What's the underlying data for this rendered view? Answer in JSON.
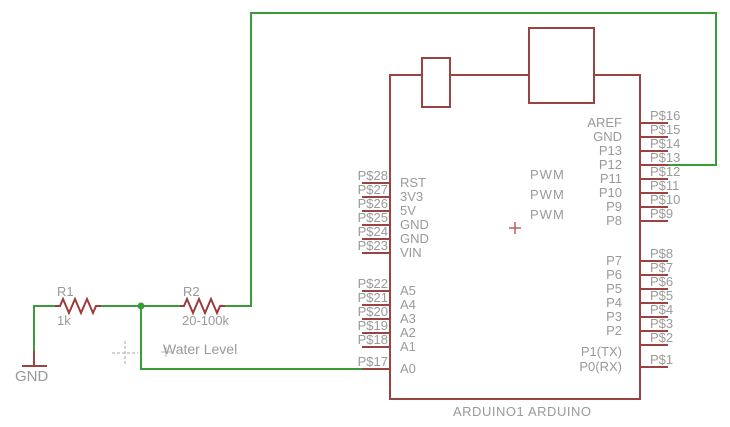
{
  "left_components": {
    "gnd_label": "GND",
    "r1": {
      "name": "R1",
      "value": "1k"
    },
    "r2": {
      "name": "R2",
      "value": "20-100k"
    },
    "net_label": "Water Level"
  },
  "arduino": {
    "designator": "ARDUINO1",
    "part_name": "ARDUINO",
    "pwm_labels": [
      "PWM",
      "PWM",
      "PWM"
    ],
    "pins_left_top": [
      {
        "name": "P$28",
        "label": "RST"
      },
      {
        "name": "P$27",
        "label": "3V3"
      },
      {
        "name": "P$26",
        "label": "5V"
      },
      {
        "name": "P$25",
        "label": "GND"
      },
      {
        "name": "P$24",
        "label": "GND"
      },
      {
        "name": "P$23",
        "label": "VIN"
      }
    ],
    "pins_left_bottom": [
      {
        "name": "P$22",
        "label": "A5"
      },
      {
        "name": "P$21",
        "label": "A4"
      },
      {
        "name": "P$20",
        "label": "A3"
      },
      {
        "name": "P$19",
        "label": "A2"
      },
      {
        "name": "P$18",
        "label": "A1"
      },
      {
        "name": "P$17",
        "label": "A0"
      }
    ],
    "pins_right_top": [
      {
        "name": "P$16",
        "label": "AREF"
      },
      {
        "name": "P$15",
        "label": "GND"
      },
      {
        "name": "P$14",
        "label": "P13"
      },
      {
        "name": "P$13",
        "label": "P12"
      },
      {
        "name": "P$12",
        "label": "P11"
      },
      {
        "name": "P$11",
        "label": "P10"
      },
      {
        "name": "P$10",
        "label": "P9"
      },
      {
        "name": "P$9",
        "label": "P8"
      }
    ],
    "pins_right_bottom": [
      {
        "name": "P$8",
        "label": "P7"
      },
      {
        "name": "P$7",
        "label": "P6"
      },
      {
        "name": "P$6",
        "label": "P5"
      },
      {
        "name": "P$5",
        "label": "P4"
      },
      {
        "name": "P$4",
        "label": "P3"
      },
      {
        "name": "P$3",
        "label": "P2"
      },
      {
        "name": "P$2",
        "label": "P1(TX)"
      },
      {
        "name": "P$1",
        "label": "P0(RX)"
      }
    ]
  },
  "colors": {
    "wire_green": "#3a9b3a",
    "outline_red": "#9b4343",
    "label_gray": "#9a9a9a"
  }
}
